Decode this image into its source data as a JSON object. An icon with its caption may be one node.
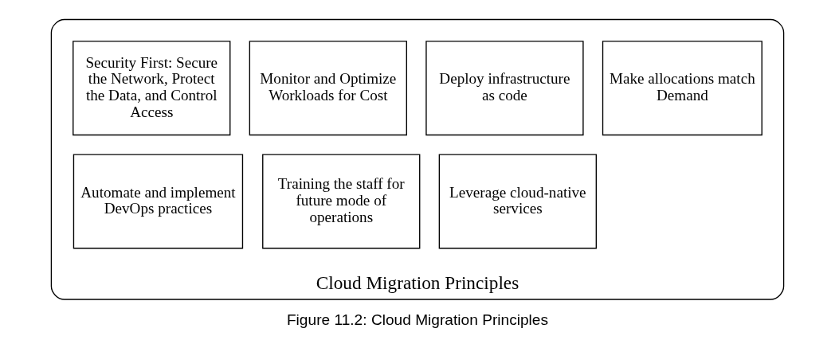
{
  "diagram": {
    "caption": "Figure 11.2: Cloud Migration Principles",
    "nodes": [
      {
        "text": [
          "Cloud Migration Principles"
        ]
      },
      {
        "text": [
          "Security First: Secure the Network, Protect the Data, and Control Access"
        ],
        "in": 0
      },
      {
        "text": [
          "Monitor and Optimize Workloads for Cost"
        ],
        "in": 0
      },
      {
        "text": [
          "Deploy infrastructure as code"
        ],
        "in": 0
      },
      {
        "text": [
          "Make allocations match Demand"
        ],
        "in": 0
      },
      {
        "text": [
          "Automate and implement DevOps practices"
        ],
        "in": 0
      },
      {
        "text": [
          "Training the staff for future mode of operations"
        ],
        "in": 0
      },
      {
        "text": [
          "Leverage cloud-native services"
        ],
        "in": 0
      }
    ],
    "edges": []
  }
}
